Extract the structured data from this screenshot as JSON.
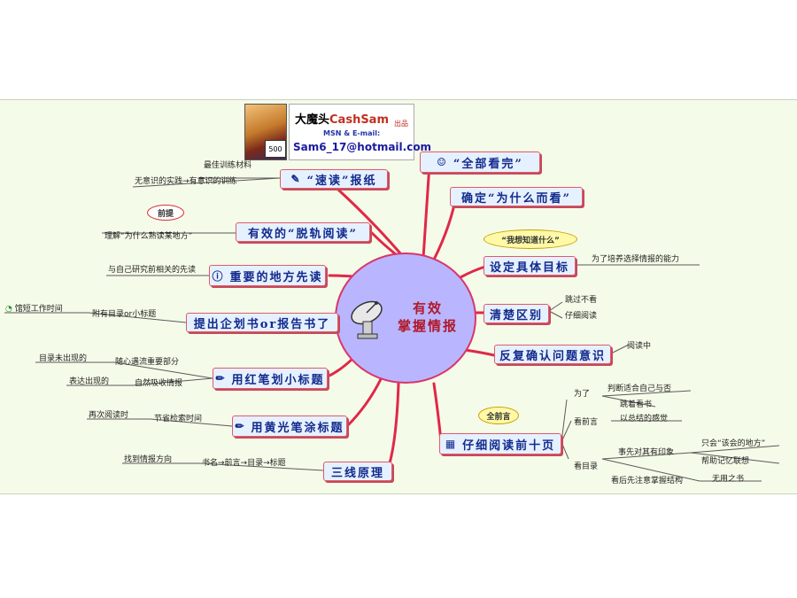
{
  "banner": {
    "name_cn": "大魔头",
    "name_latin": "CashSam",
    "publisher": "出品",
    "msn_label": "MSN & E-mail:",
    "email": "Sam6_17@hotmail.com",
    "avatar_badge": "500"
  },
  "center": {
    "title_line1": "有效",
    "title_line2": "掌握情报"
  },
  "left_branches": [
    {
      "label": "“速读”报纸",
      "icon": "drafting-icon"
    },
    {
      "label": "有效的“脱轨阅读”",
      "icon": ""
    },
    {
      "label": "重要的地方先读",
      "icon": "info-icon"
    },
    {
      "label": "提出企划书or报告书了",
      "icon": ""
    },
    {
      "label": "用红笔划小标题",
      "icon": "pencil-icon"
    },
    {
      "label": "用黄光笔涂标题",
      "icon": "pencil-icon"
    },
    {
      "label": "三线原理",
      "icon": ""
    }
  ],
  "right_branches": [
    {
      "label": "“全部看完”",
      "icon": "smiley-icon"
    },
    {
      "label": "确定“为什么而看”",
      "icon": ""
    },
    {
      "label": "设定具体目标",
      "icon": ""
    },
    {
      "label": "清楚区别",
      "icon": ""
    },
    {
      "label": "反复确认问题意识",
      "icon": ""
    },
    {
      "label": "仔细阅读前十页",
      "icon": "table-icon"
    }
  ],
  "details": {
    "speed_1": "最佳训练材料",
    "speed_2": "无意识的实践→有意识的训练",
    "derail_tag": "前提",
    "derail_1": "理解“为什么熟读某地方”",
    "important_1": "与自己研究前相关的先读",
    "proposal_1": "附有目录or小标题",
    "proposal_2": "馆短工作时间",
    "red_1": "目录未出现的",
    "red_2": "随心遇流重要部分",
    "red_3": "表达出现的",
    "red_4": "自然吸收情报",
    "yellow_1": "再次阅读时",
    "yellow_2": "节省检索时间",
    "three_1": "找到情报方向",
    "three_2": "书名→前言→目录→标题",
    "goal_tag": "“我想知道什么”",
    "goal_1": "为了培养选择情报的能力",
    "clear_1": "跳过不看",
    "clear_2": "仔细阅读",
    "confirm_1": "阅读中",
    "ten_tag": "全前言",
    "ten_a": "为了",
    "ten_a1": "判断适合自己与否",
    "ten_a2": "跳着看书",
    "ten_b": "看前言",
    "ten_b1": "以总结的感觉",
    "ten_c": "看目录",
    "ten_c1": "事先对其有印象",
    "ten_c1a": "只会“该会的地方”",
    "ten_c1b": "帮助记忆联想",
    "ten_c2": "看后先注意掌握结构",
    "ten_c2a": "无用之书"
  },
  "colors": {
    "line": "#e02848",
    "node_border": "#e05a6a",
    "node_text": "#122a8c",
    "center_fill": "#b9b6ff",
    "center_text": "#b0182a"
  }
}
